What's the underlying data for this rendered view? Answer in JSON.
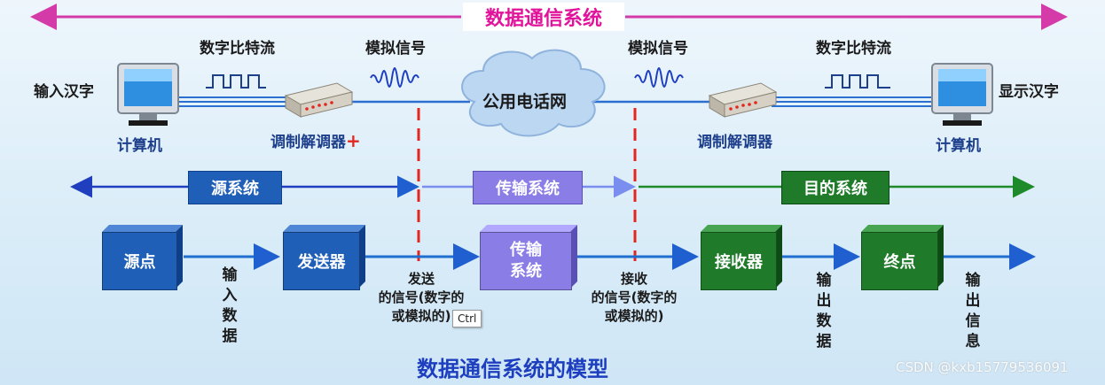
{
  "top_title": "数据通信系统",
  "bottom_title": "数据通信系统的模型",
  "top": {
    "input_hanzi": "输入汉字",
    "output_hanzi": "显示汉字",
    "computer_left": "计算机",
    "computer_right": "计算机",
    "bitstream_left": "数字比特流",
    "bitstream_right": "数字比特流",
    "analog_left": "模拟信号",
    "analog_right": "模拟信号",
    "cloud": "公用电话网",
    "modem_left": "调制解调器",
    "modem_plus": "+",
    "modem_right": "调制解调器"
  },
  "systems": {
    "source": "源系统",
    "transmission": "传输系统",
    "destination": "目的系统"
  },
  "blocks": {
    "source_point": "源点",
    "transmitter": "发送器",
    "trans_line1": "传输",
    "trans_line2": "系统",
    "receiver": "接收器",
    "sink": "终点"
  },
  "captions": {
    "input_data": [
      "输",
      "入",
      "数",
      "据"
    ],
    "send_line1": "发送",
    "send_line2": "的信号(数字的",
    "send_line3": "或模拟的)",
    "recv_line1": "接收",
    "recv_line2": "的信号(数字的",
    "recv_line3": "或模拟的)",
    "output_data": [
      "输",
      "出",
      "数",
      "据"
    ],
    "output_info": [
      "输",
      "出",
      "信",
      "息"
    ]
  },
  "tooltip": "Ctrl",
  "watermark": "CSDN @kxb15779536091",
  "colors": {
    "magenta": "#e0139a",
    "blue_box": "#1f5fb8",
    "purple_box": "#8a7ee6",
    "green_box": "#1f7a2a",
    "red_dash": "#e3261f"
  }
}
